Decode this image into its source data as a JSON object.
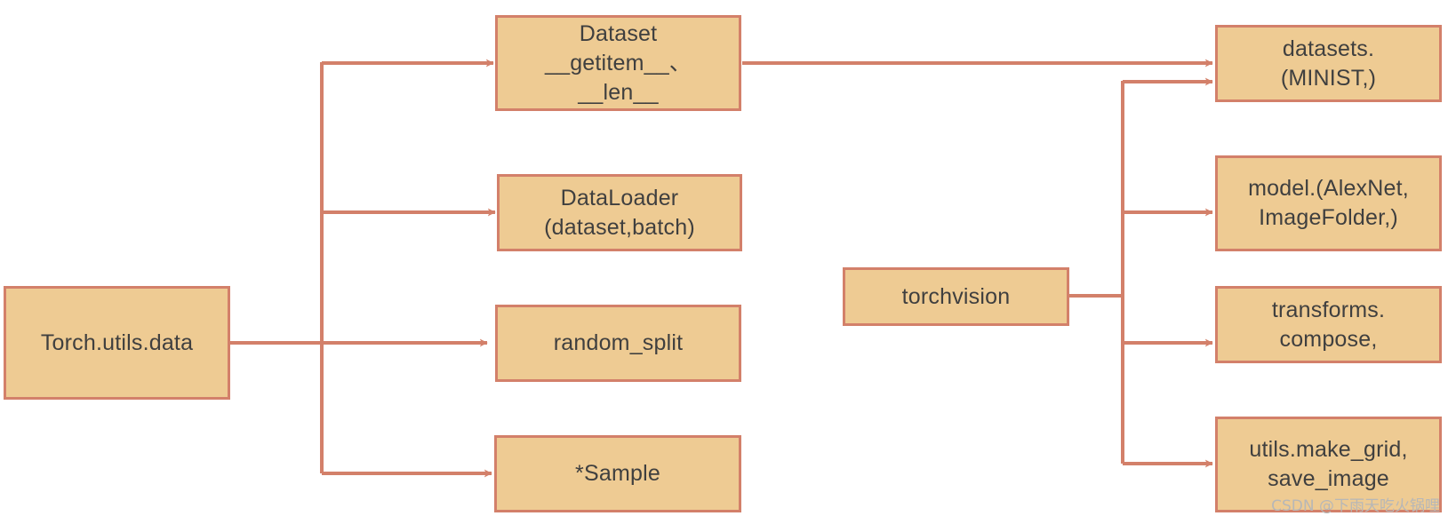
{
  "colors": {
    "node_fill": "#eecb93",
    "node_border": "#d3806a",
    "connector": "#d3806a",
    "text": "#3f3f3f"
  },
  "nodes": {
    "torch_utils_data": {
      "lines": [
        "Torch.utils.data"
      ]
    },
    "dataset": {
      "lines": [
        "Dataset",
        "__getitem__、",
        "__len__"
      ]
    },
    "dataloader": {
      "lines": [
        "DataLoader",
        "(dataset,batch)"
      ]
    },
    "random_split": {
      "lines": [
        "random_split"
      ]
    },
    "sample": {
      "lines": [
        "*Sample"
      ]
    },
    "torchvision": {
      "lines": [
        "torchvision"
      ]
    },
    "datasets": {
      "lines": [
        "datasets.",
        "(MINIST,)"
      ]
    },
    "model": {
      "lines": [
        "model.(AlexNet,",
        "ImageFolder,)"
      ]
    },
    "transforms": {
      "lines": [
        "transforms.",
        "compose,"
      ]
    },
    "utils": {
      "lines": [
        "utils.make_grid,",
        "save_image"
      ]
    }
  },
  "watermark": "CSDN @下雨天吃火锅哩"
}
